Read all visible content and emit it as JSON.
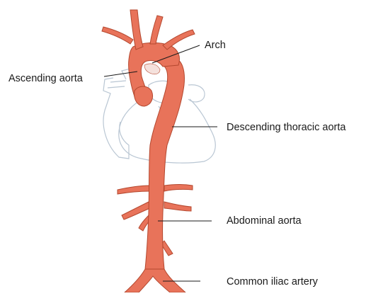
{
  "labels": {
    "arch": "Arch",
    "ascending": "Ascending aorta",
    "descending": "Descending thoracic aorta",
    "abdominal": "Abdominal aorta",
    "iliac": "Common iliac artery"
  },
  "colors": {
    "vessel_fill": "#e8735a",
    "vessel_stroke": "#b4482f",
    "heart_outline": "#b9c6d3",
    "leader_line": "#1a1a1a"
  }
}
